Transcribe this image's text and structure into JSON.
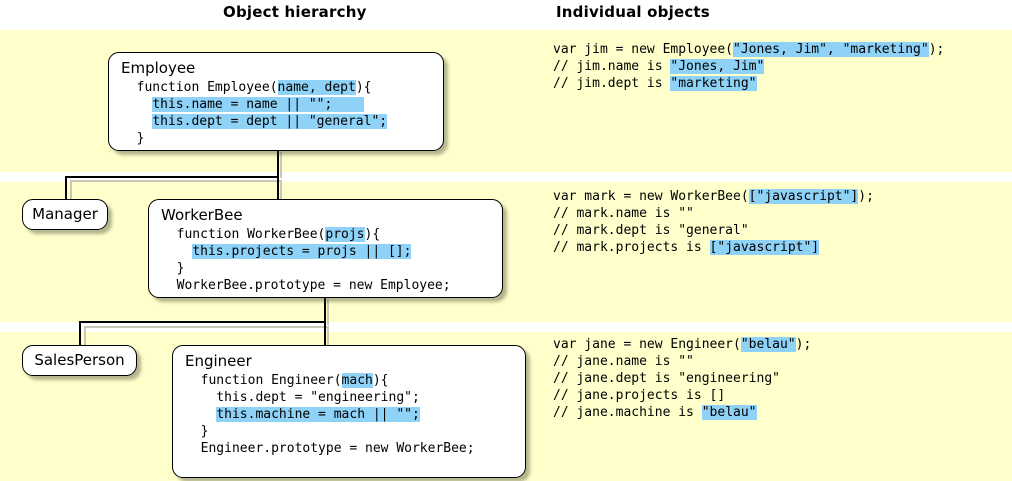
{
  "headings": {
    "left": "Object hierarchy",
    "right": "Individual objects"
  },
  "colors": {
    "band_background": "#ffffcc",
    "page_background": "#ffffff",
    "highlight": "#8fd2f7",
    "node_fill": "#ffffff",
    "stroke": "#000000"
  },
  "hierarchy": {
    "employee": {
      "title": "Employee",
      "lines": [
        {
          "segments": [
            {
              "text": "  function Employee(",
              "hl": false
            },
            {
              "text": "name, dept",
              "hl": true
            },
            {
              "text": "){",
              "hl": false
            }
          ]
        },
        {
          "segments": [
            {
              "text": "    ",
              "hl": false
            },
            {
              "text": "this.name = name || \"\";    ",
              "hl": true
            }
          ]
        },
        {
          "segments": [
            {
              "text": "    ",
              "hl": false
            },
            {
              "text": "this.dept = dept || \"general\";",
              "hl": true
            }
          ]
        },
        {
          "segments": [
            {
              "text": "  }",
              "hl": false
            }
          ]
        }
      ]
    },
    "manager": {
      "title": "Manager"
    },
    "workerbee": {
      "title": "WorkerBee",
      "lines": [
        {
          "segments": [
            {
              "text": "  function WorkerBee(",
              "hl": false
            },
            {
              "text": "projs",
              "hl": true
            },
            {
              "text": "){",
              "hl": false
            }
          ]
        },
        {
          "segments": [
            {
              "text": "    ",
              "hl": false
            },
            {
              "text": "this.projects = projs || [];",
              "hl": true
            }
          ]
        },
        {
          "segments": [
            {
              "text": "  }",
              "hl": false
            }
          ]
        },
        {
          "segments": [
            {
              "text": "  WorkerBee.prototype = new Employee;",
              "hl": false
            }
          ]
        }
      ]
    },
    "salesperson": {
      "title": "SalesPerson"
    },
    "engineer": {
      "title": "Engineer",
      "lines": [
        {
          "segments": [
            {
              "text": "  function Engineer(",
              "hl": false
            },
            {
              "text": "mach",
              "hl": true
            },
            {
              "text": "){",
              "hl": false
            }
          ]
        },
        {
          "segments": [
            {
              "text": "    this.dept = \"engineering\";",
              "hl": false
            }
          ]
        },
        {
          "segments": [
            {
              "text": "    ",
              "hl": false
            },
            {
              "text": "this.machine = mach || \"\";",
              "hl": true
            }
          ]
        },
        {
          "segments": [
            {
              "text": "  }",
              "hl": false
            }
          ]
        },
        {
          "segments": [
            {
              "text": "  Engineer.prototype = new WorkerBee;",
              "hl": false
            }
          ]
        }
      ]
    }
  },
  "individual_objects": {
    "jim": [
      {
        "segments": [
          {
            "text": "var jim = new Employee(",
            "hl": false
          },
          {
            "text": "\"Jones, Jim\", \"marketing\"",
            "hl": true
          },
          {
            "text": ");",
            "hl": false
          }
        ]
      },
      {
        "segments": [
          {
            "text": "// jim.name is ",
            "hl": false
          },
          {
            "text": "\"Jones, Jim\"",
            "hl": true
          }
        ]
      },
      {
        "segments": [
          {
            "text": "// jim.dept is ",
            "hl": false
          },
          {
            "text": "\"marketing\"",
            "hl": true
          }
        ]
      }
    ],
    "mark": [
      {
        "segments": [
          {
            "text": "var mark = new WorkerBee(",
            "hl": false
          },
          {
            "text": "[\"javascript\"]",
            "hl": true
          },
          {
            "text": ");",
            "hl": false
          }
        ]
      },
      {
        "segments": [
          {
            "text": "// mark.name is \"\"",
            "hl": false
          }
        ]
      },
      {
        "segments": [
          {
            "text": "// mark.dept is \"general\"",
            "hl": false
          }
        ]
      },
      {
        "segments": [
          {
            "text": "// mark.projects is ",
            "hl": false
          },
          {
            "text": "[\"javascript\"]",
            "hl": true
          }
        ]
      }
    ],
    "jane": [
      {
        "segments": [
          {
            "text": "var jane = new Engineer(",
            "hl": false
          },
          {
            "text": "\"belau\"",
            "hl": true
          },
          {
            "text": ");",
            "hl": false
          }
        ]
      },
      {
        "segments": [
          {
            "text": "// jane.name is \"\"",
            "hl": false
          }
        ]
      },
      {
        "segments": [
          {
            "text": "// jane.dept is \"engineering\"",
            "hl": false
          }
        ]
      },
      {
        "segments": [
          {
            "text": "// jane.projects is []",
            "hl": false
          }
        ]
      },
      {
        "segments": [
          {
            "text": "// jane.machine is ",
            "hl": false
          },
          {
            "text": "\"belau\"",
            "hl": true
          }
        ]
      }
    ]
  }
}
